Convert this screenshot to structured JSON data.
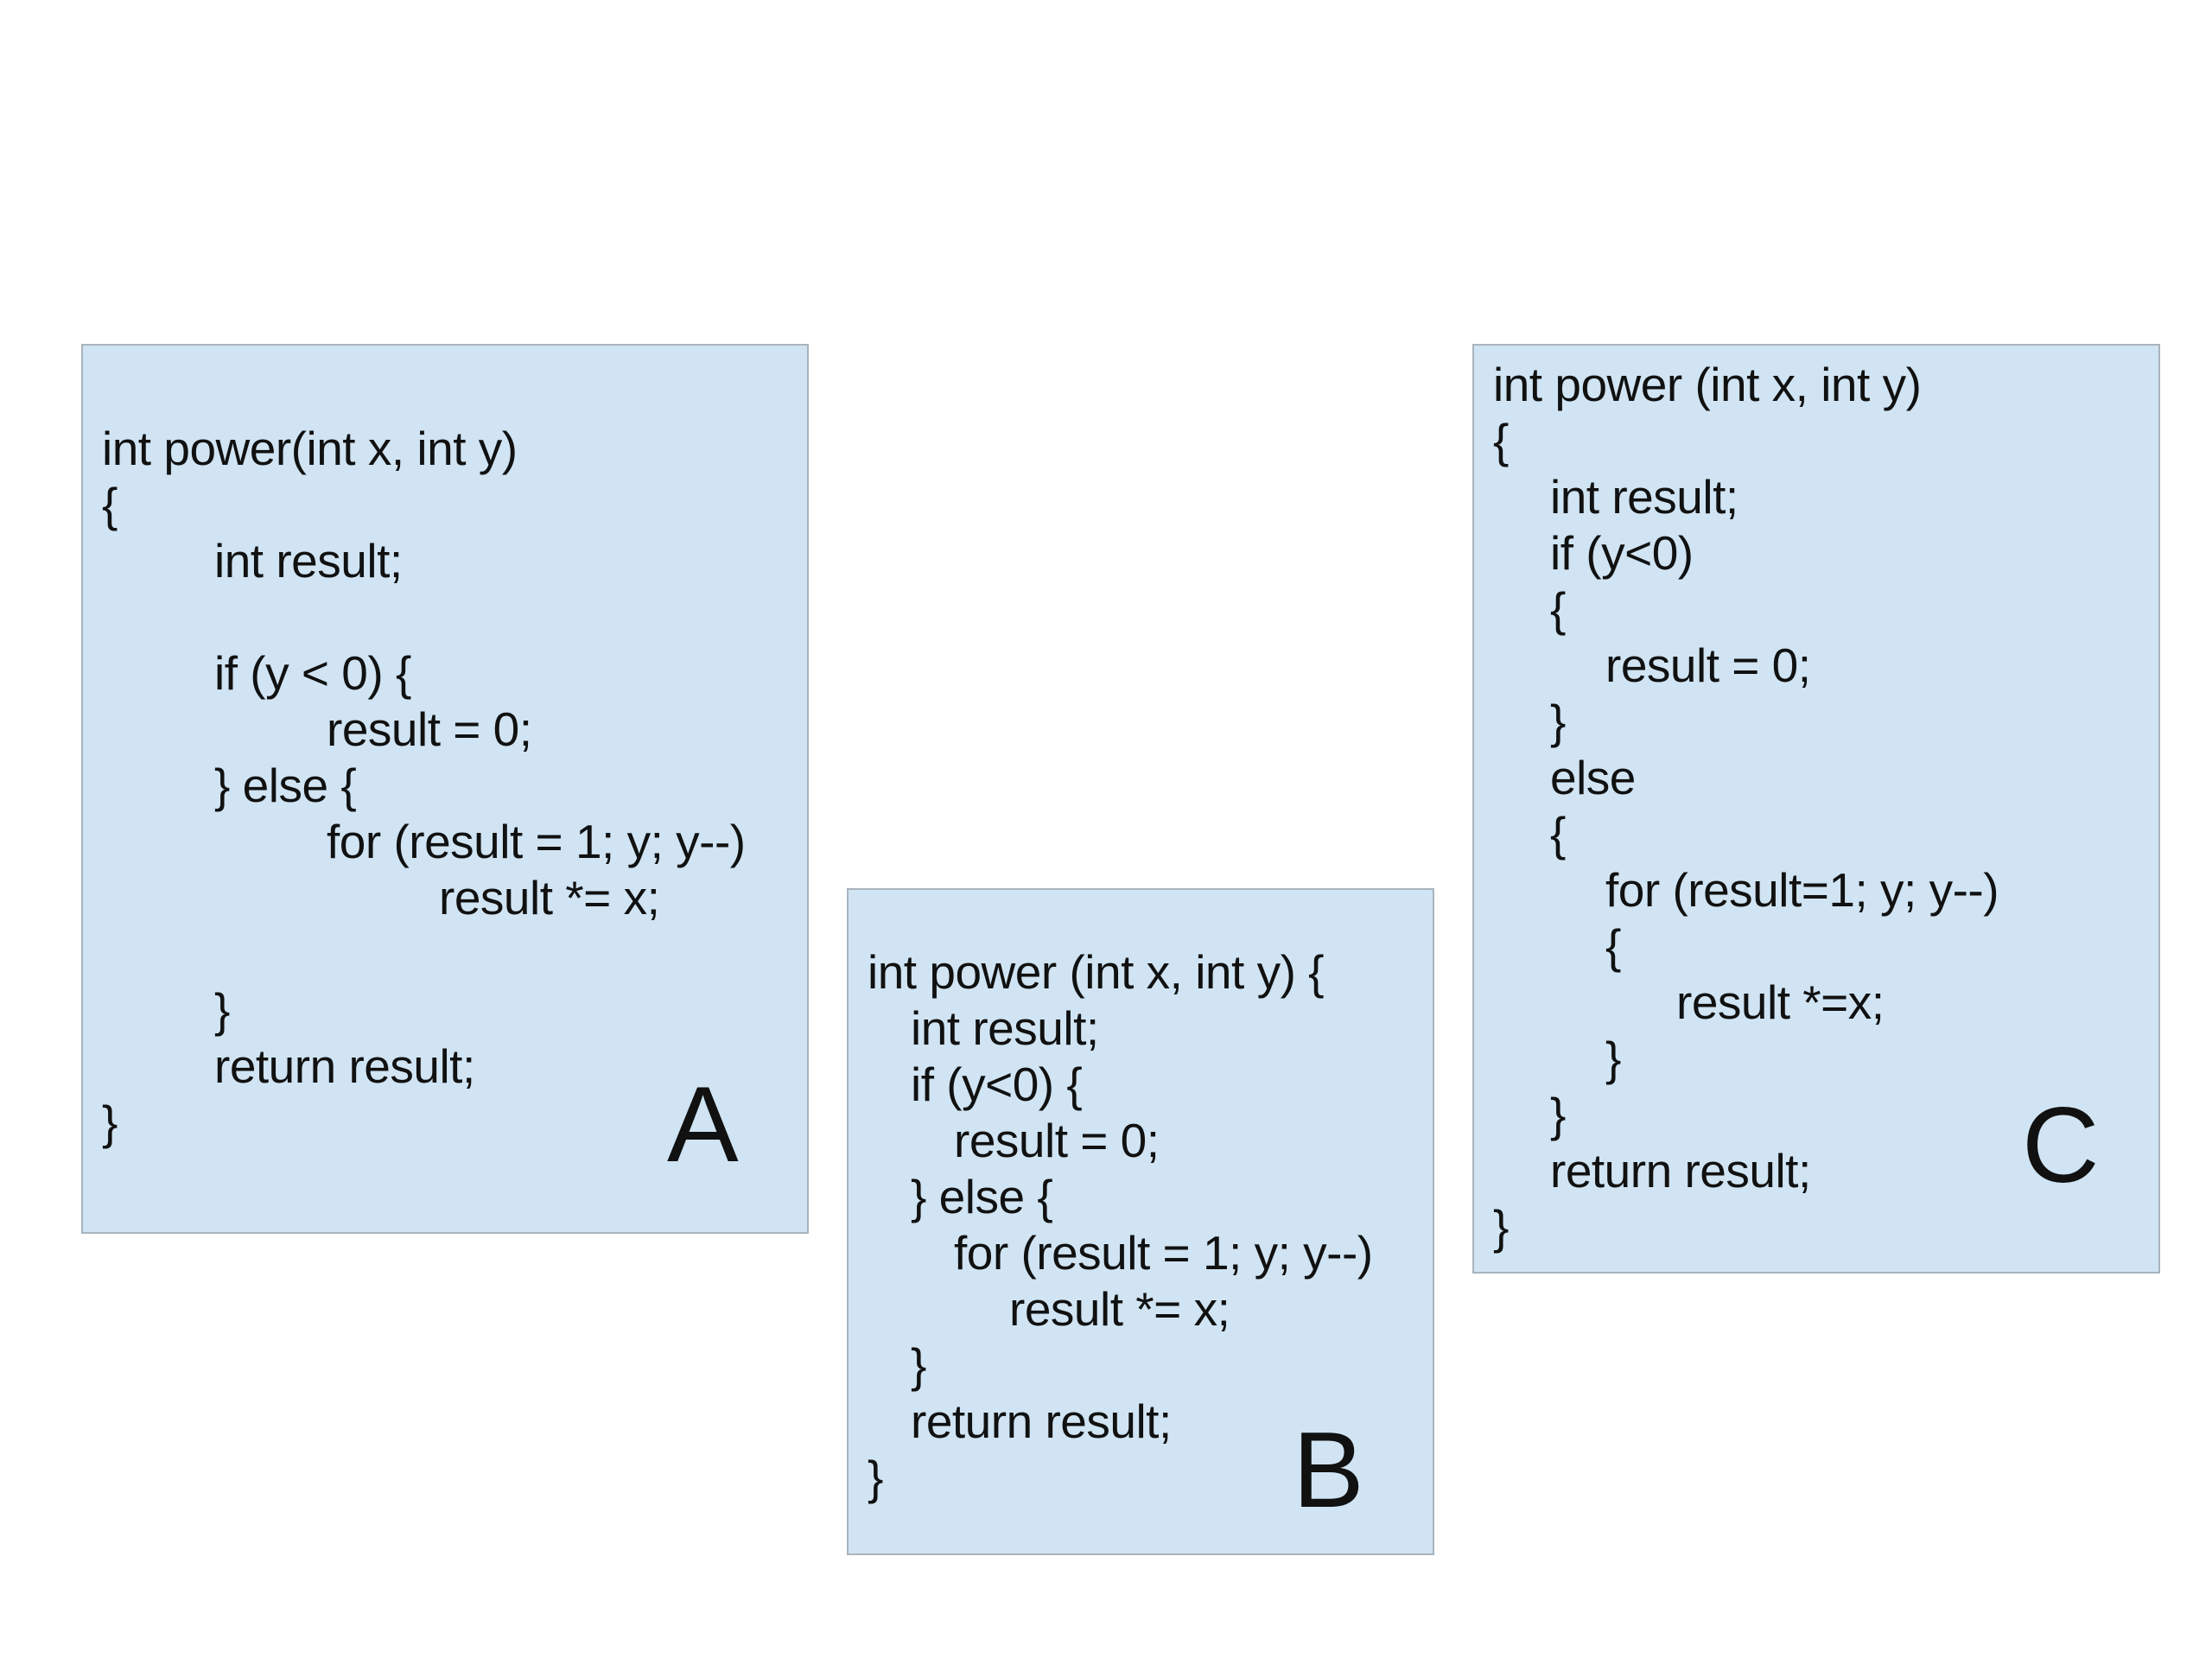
{
  "panels": [
    {
      "id": "A",
      "label": "A",
      "lines": [
        "int power(int x, int y)",
        "{",
        "int result;",
        "",
        "if (y < 0) {",
        "result = 0;",
        "} else {",
        "for (result = 1; y; y--)",
        "result *= x;",
        "",
        "}",
        "return result;",
        "}"
      ]
    },
    {
      "id": "B",
      "label": "B",
      "lines": [
        "int power (int x, int y) {",
        "int result;",
        "if (y<0) {",
        "result = 0;",
        "} else {",
        "for (result = 1; y; y--)",
        "result *= x;",
        "}",
        "return result;",
        "}"
      ]
    },
    {
      "id": "C",
      "label": "C",
      "lines": [
        "int power (int x, int y)",
        "{",
        "int result;",
        "if (y<0)",
        "{",
        "result = 0;",
        "}",
        "else",
        "{",
        "for (result=1; y; y--)",
        "{",
        "result *=x;",
        "}",
        "}",
        "return result;",
        "}"
      ]
    }
  ],
  "colors": {
    "panel_fill": "#d0e4f3",
    "panel_border": "#a9b4bd",
    "text": "#111111",
    "background": "#ffffff"
  }
}
